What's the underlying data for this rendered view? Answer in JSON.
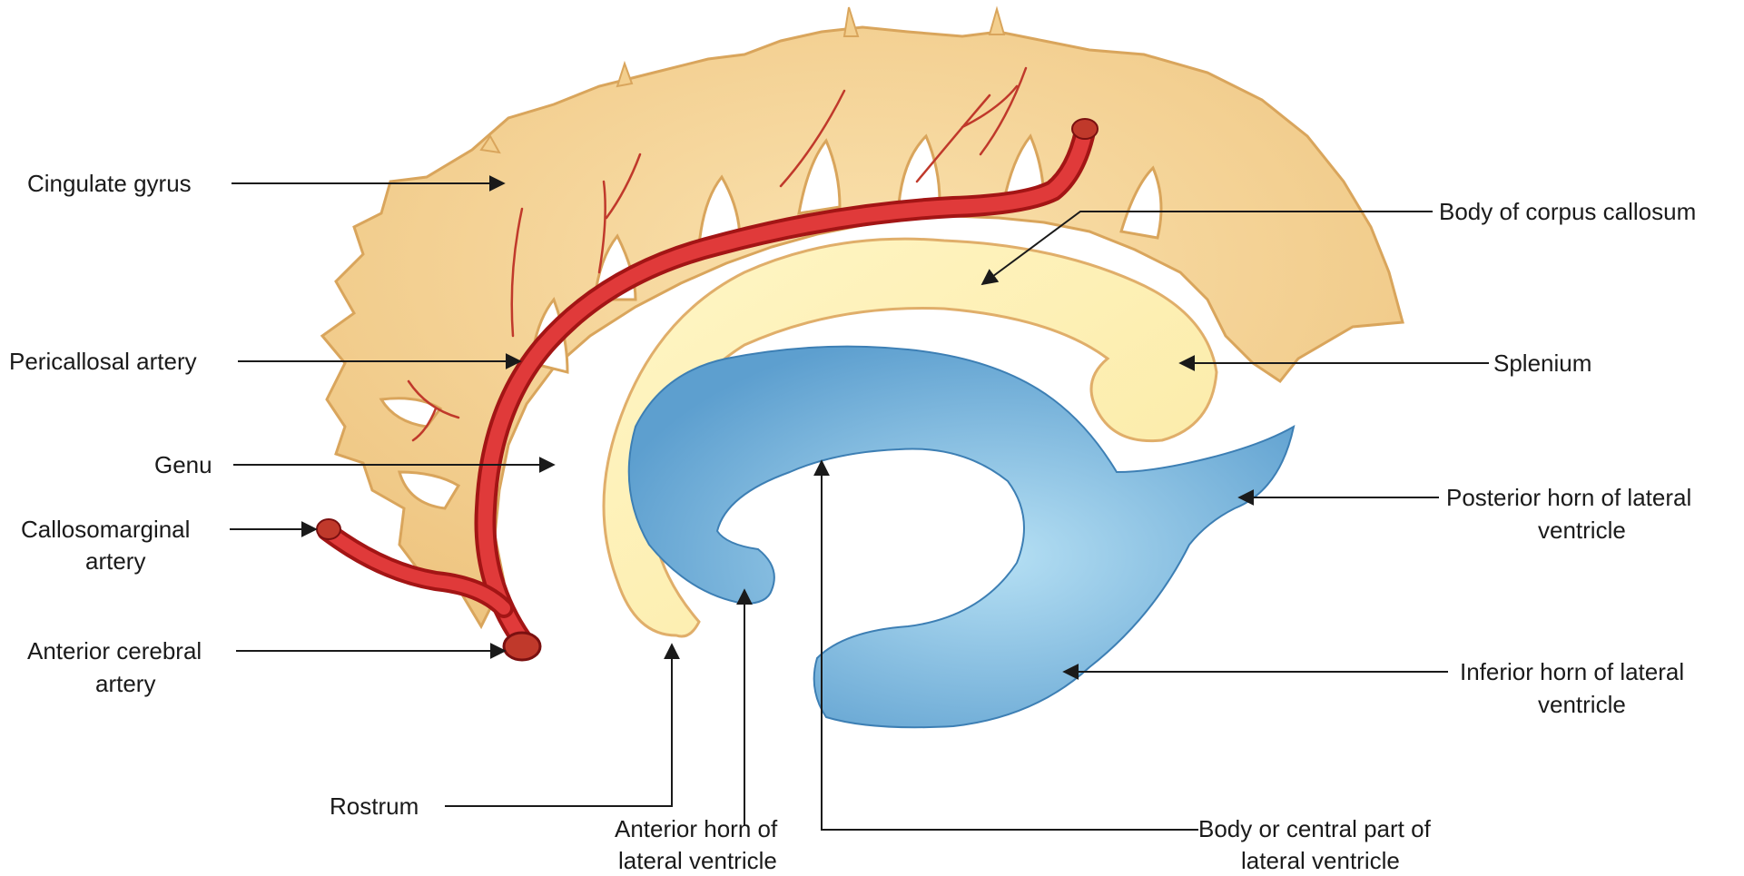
{
  "labels": {
    "cingulate_gyrus": "Cingulate gyrus",
    "pericallosal_artery": "Pericallosal artery",
    "genu": "Genu",
    "callosomarginal_artery_1": "Callosomarginal",
    "callosomarginal_artery_2": "artery",
    "anterior_cerebral_artery_1": "Anterior cerebral",
    "anterior_cerebral_artery_2": "artery",
    "rostrum": "Rostrum",
    "anterior_horn_1": "Anterior horn of",
    "anterior_horn_2": "lateral ventricle",
    "body_central_1": "Body or central part of",
    "body_central_2": "lateral ventricle",
    "body_corpus_callosum": "Body of corpus callosum",
    "splenium": "Splenium",
    "posterior_horn_1": "Posterior horn of lateral",
    "posterior_horn_2": "ventricle",
    "inferior_horn_1": "Inferior horn of lateral",
    "inferior_horn_2": "ventricle"
  },
  "colors": {
    "cingulate_fill": "#f3cf8e",
    "cingulate_edge": "#d9a55c",
    "corpus_callosum_fill": "#fcefae",
    "corpus_callosum_edge": "#e0ae6a",
    "ventricle_fill": "#7fb9dd",
    "ventricle_edge": "#3d7fb4",
    "artery": "#d92b2b",
    "artery_dark": "#a31515",
    "leader": "#1a1a1a"
  }
}
